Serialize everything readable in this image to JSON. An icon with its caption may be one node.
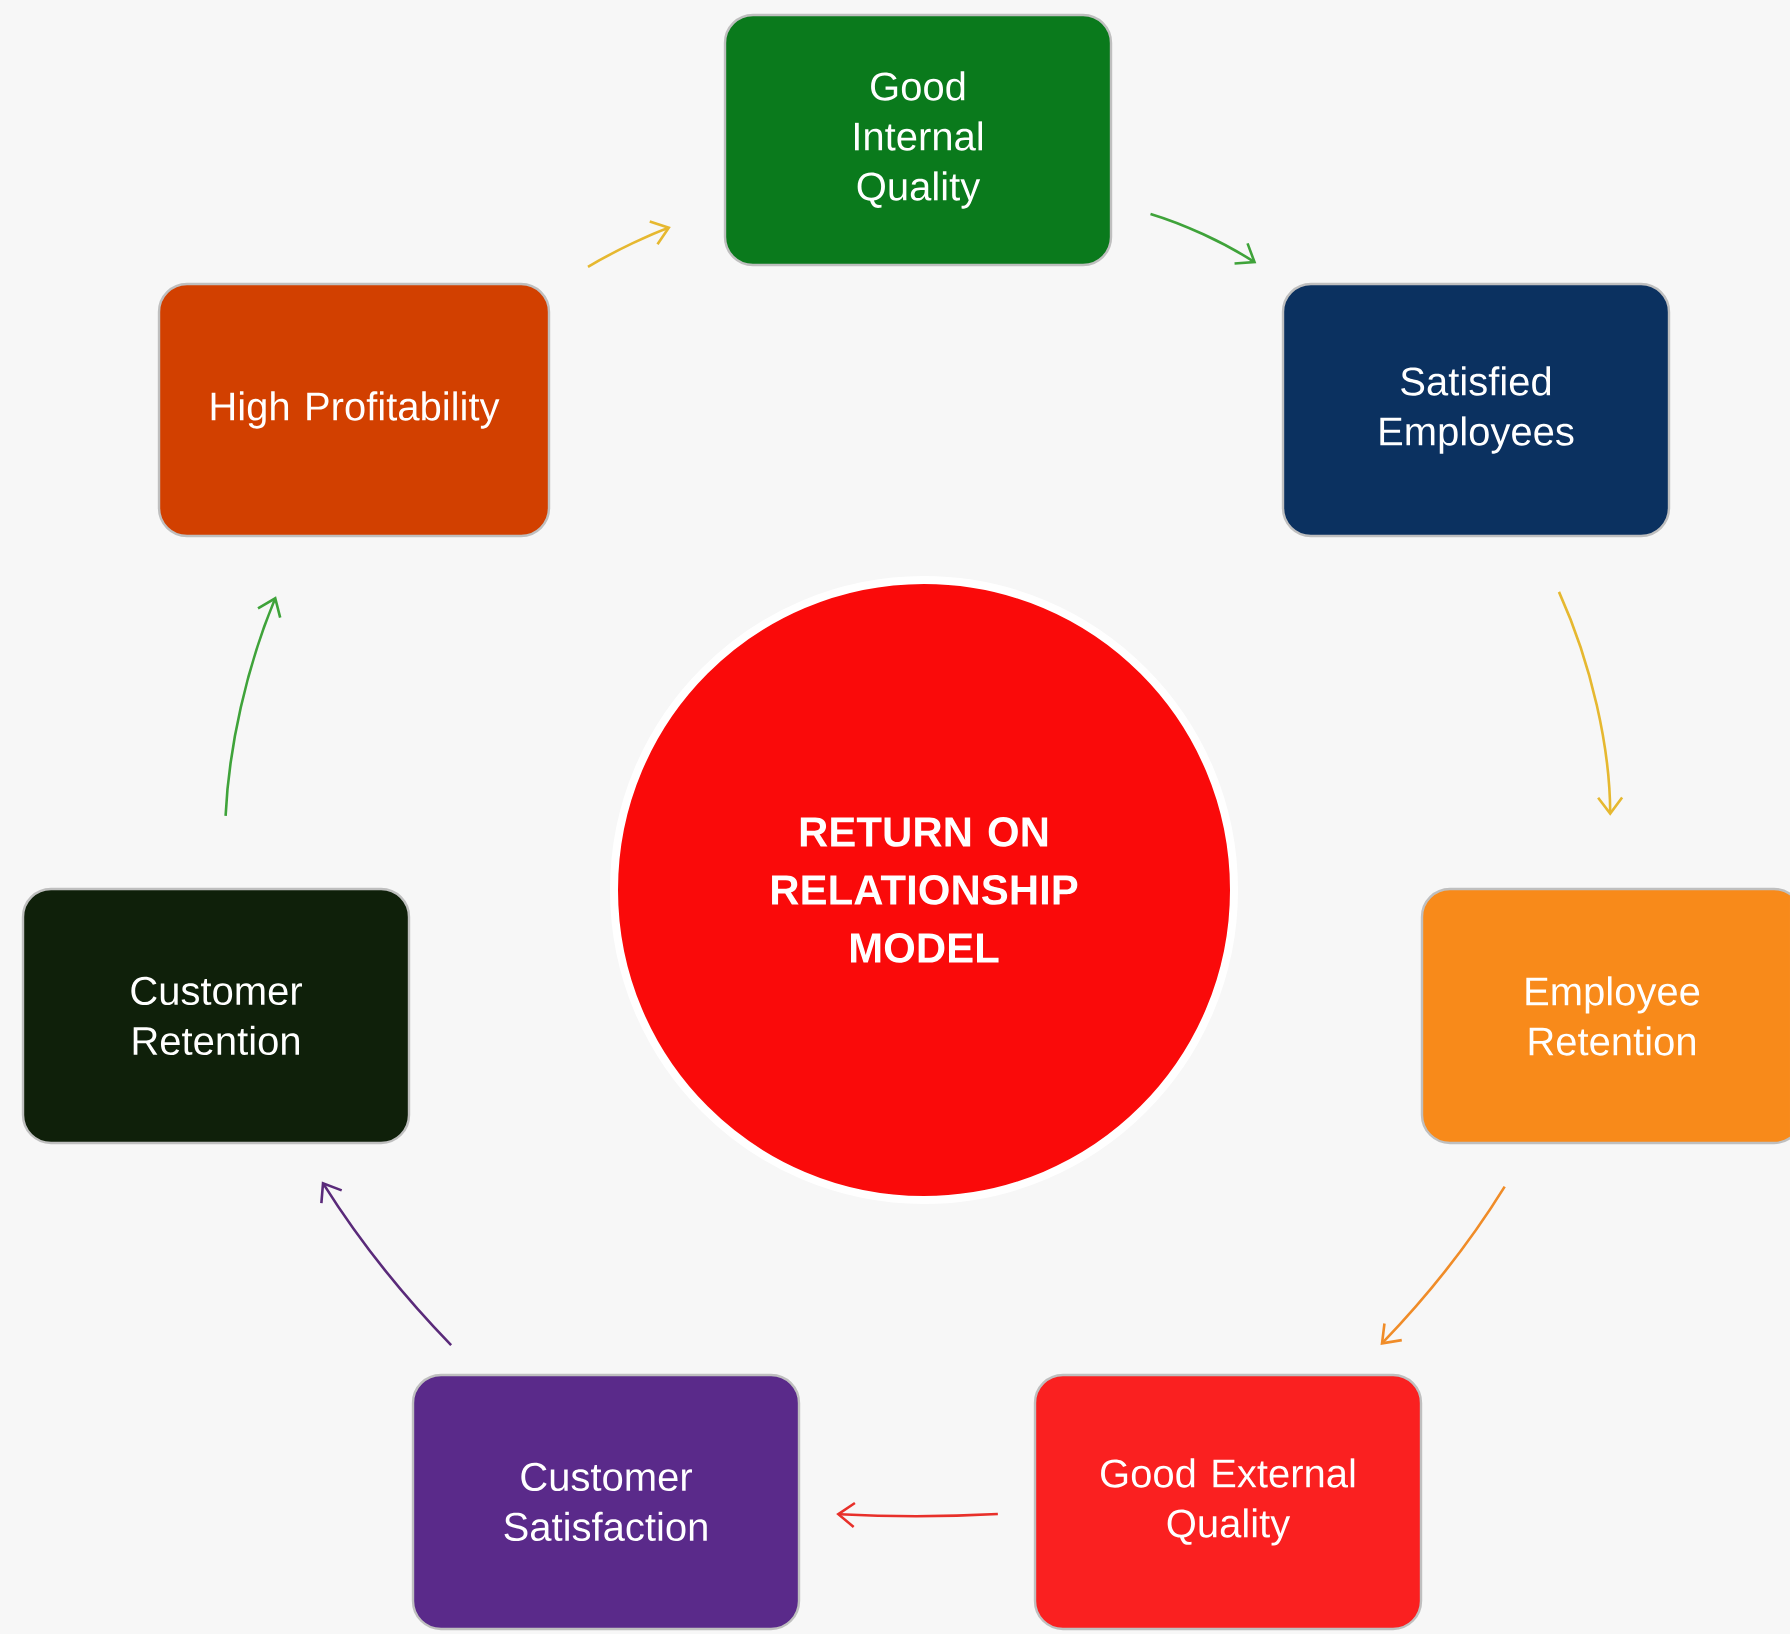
{
  "diagram": {
    "nodes": [
      {
        "text": [
          "Good Internal Quality"
        ]
      },
      {
        "text": [
          "High Profitability"
        ]
      },
      {
        "text": [
          "Satisfied Employees"
        ]
      },
      {
        "text": [
          "RETURN ON RELATIONSHIP MODEL"
        ]
      },
      {
        "text": [
          "Customer Retention"
        ]
      },
      {
        "text": [
          "Employee Retention"
        ]
      },
      {
        "text": [
          "Customer Satisfaction"
        ]
      },
      {
        "text": [
          "Good External Quality"
        ]
      }
    ],
    "edges": [
      {
        "from": 0,
        "to": 2,
        "arrow": "to",
        "color": "#3fa33a"
      },
      {
        "from": 2,
        "to": 5,
        "arrow": "to",
        "color": "#e6b830"
      },
      {
        "from": 5,
        "to": 7,
        "arrow": "to",
        "color": "#f08c28"
      },
      {
        "from": 7,
        "to": 6,
        "arrow": "to",
        "color": "#e8302a"
      },
      {
        "from": 6,
        "to": 4,
        "arrow": "to",
        "color": "#5a2a7a"
      },
      {
        "from": 4,
        "to": 1,
        "arrow": "to",
        "color": "#3fa33a"
      },
      {
        "from": 1,
        "to": 0,
        "arrow": "to",
        "color": "#e6b830"
      }
    ]
  }
}
